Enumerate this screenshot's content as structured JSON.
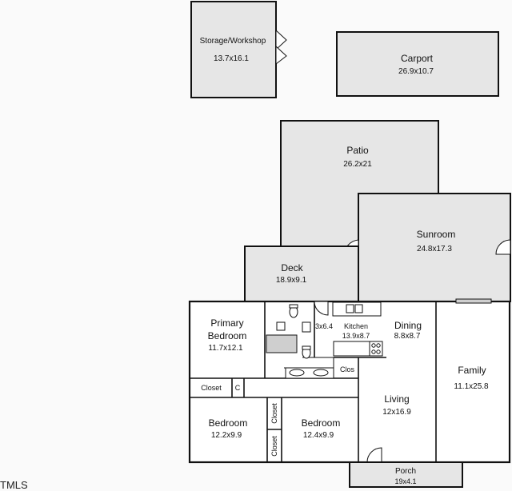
{
  "rooms": {
    "storage": {
      "name": "Storage/Workshop",
      "dim": "13.7x16.1"
    },
    "carport": {
      "name": "Carport",
      "dim": "26.9x10.7"
    },
    "patio": {
      "name": "Patio",
      "dim": "26.2x21"
    },
    "sunroom": {
      "name": "Sunroom",
      "dim": "24.8x17.3"
    },
    "deck": {
      "name": "Deck",
      "dim": "18.9x9.1"
    },
    "primary": {
      "name_line1": "Primary",
      "name_line2": "Bedroom",
      "dim": "11.7x12.1"
    },
    "bath": {
      "dim": "3x6.4"
    },
    "kitchen": {
      "name": "Kitchen",
      "dim": "13.9x8.7"
    },
    "dining": {
      "name": "Dining",
      "dim": "8.8x8.7"
    },
    "family": {
      "name": "Family",
      "dim": "11.1x25.8"
    },
    "living": {
      "name": "Living",
      "dim": "12x16.9"
    },
    "bedroom2": {
      "name": "Bedroom",
      "dim": "12.2x9.9"
    },
    "bedroom3": {
      "name": "Bedroom",
      "dim": "12.4x9.9"
    },
    "porch": {
      "name": "Porch",
      "dim": "19x4.1"
    }
  },
  "labels": {
    "closet_primary": "Closet",
    "c_small": "C",
    "closet_v1": "Closet",
    "closet_v2": "Closet",
    "clos": "Clos"
  },
  "watermark": "TMLS"
}
